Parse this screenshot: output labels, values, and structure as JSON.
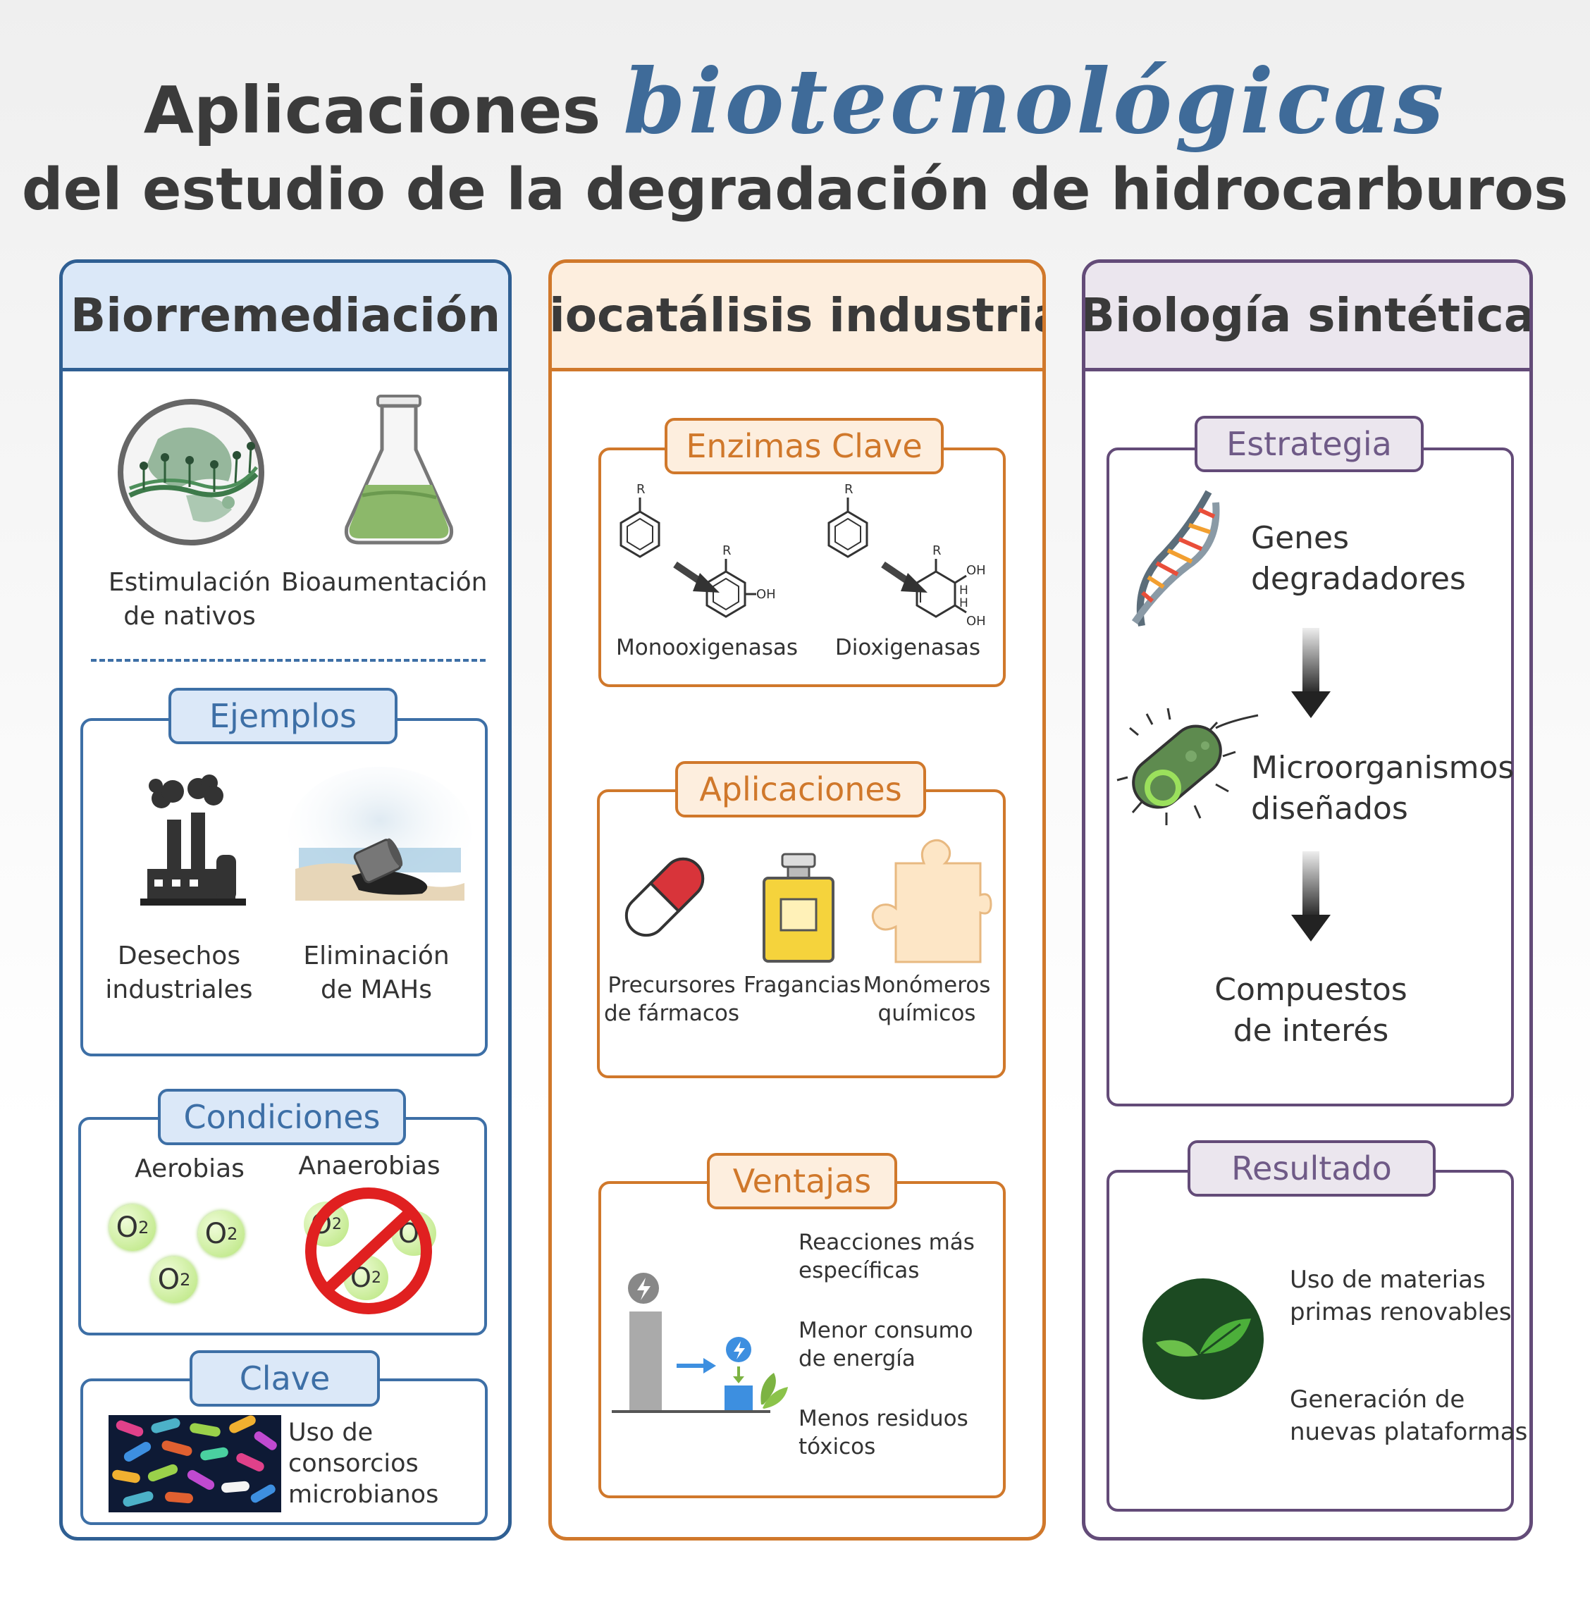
{
  "title": {
    "line1_prefix": "Aplicaciones",
    "line1_highlight": "biotecnológicas",
    "line2": "del estudio de la degradación de hidrocarburos"
  },
  "columns": {
    "biorremediacion": {
      "heading": "Biorremediación",
      "methods": [
        "Estimulación\nde nativos",
        "Bioaumentación"
      ],
      "ejemplos": {
        "tab": "Ejemplos",
        "items": [
          "Desechos\nindustriales",
          "Eliminación\nde MAHs"
        ]
      },
      "condiciones": {
        "tab": "Condiciones",
        "aerobias": "Aerobias",
        "anaerobias": "Anaerobias",
        "o2_label": "O",
        "o2_sub": "2"
      },
      "clave": {
        "tab": "Clave",
        "text": "Uso de\nconsorcios\nmicrobianos"
      }
    },
    "biocatalisis": {
      "heading": "Biocatálisis industrial",
      "enzimas": {
        "tab": "Enzimas Clave",
        "mono": "Monooxigenasas",
        "di": "Dioxigenasas",
        "r_label": "R",
        "oh_label": "OH",
        "h_label": "H"
      },
      "aplicaciones": {
        "tab": "Aplicaciones",
        "items": [
          "Precursores\nde fármacos",
          "Fragancias",
          "Monómeros\nquímicos"
        ]
      },
      "ventajas": {
        "tab": "Ventajas",
        "items": [
          "Reacciones más\nespecíficas",
          "Menor consumo\nde energía",
          "Menos residuos\ntóxicos"
        ]
      }
    },
    "biologia": {
      "heading": "Biología sintética",
      "estrategia": {
        "tab": "Estrategia",
        "steps": [
          "Genes\ndegradadores",
          "Microorganismos\ndiseñados",
          "Compuestos\nde interés"
        ]
      },
      "resultado": {
        "tab": "Resultado",
        "items": [
          "Uso de materias\nprimas renovables",
          "Generación de\nnuevas plataformas"
        ]
      }
    }
  },
  "colors": {
    "blue": "#2f5f93",
    "orange": "#d0782b",
    "purple": "#634b78",
    "o2_green": "#c8ef8a",
    "forbid_red": "#e02020"
  },
  "icons": [
    "biofilm-icon",
    "flask-icon",
    "factory-icon",
    "oil-spill-icon",
    "o2-bubble-icon",
    "no-entry-icon",
    "bacteria-consortium-icon",
    "benzene-icon",
    "pill-icon",
    "perfume-icon",
    "puzzle-icon",
    "energy-bars-icon",
    "dna-icon",
    "bacterium-icon",
    "leaf-icon",
    "arrow-down-icon"
  ]
}
